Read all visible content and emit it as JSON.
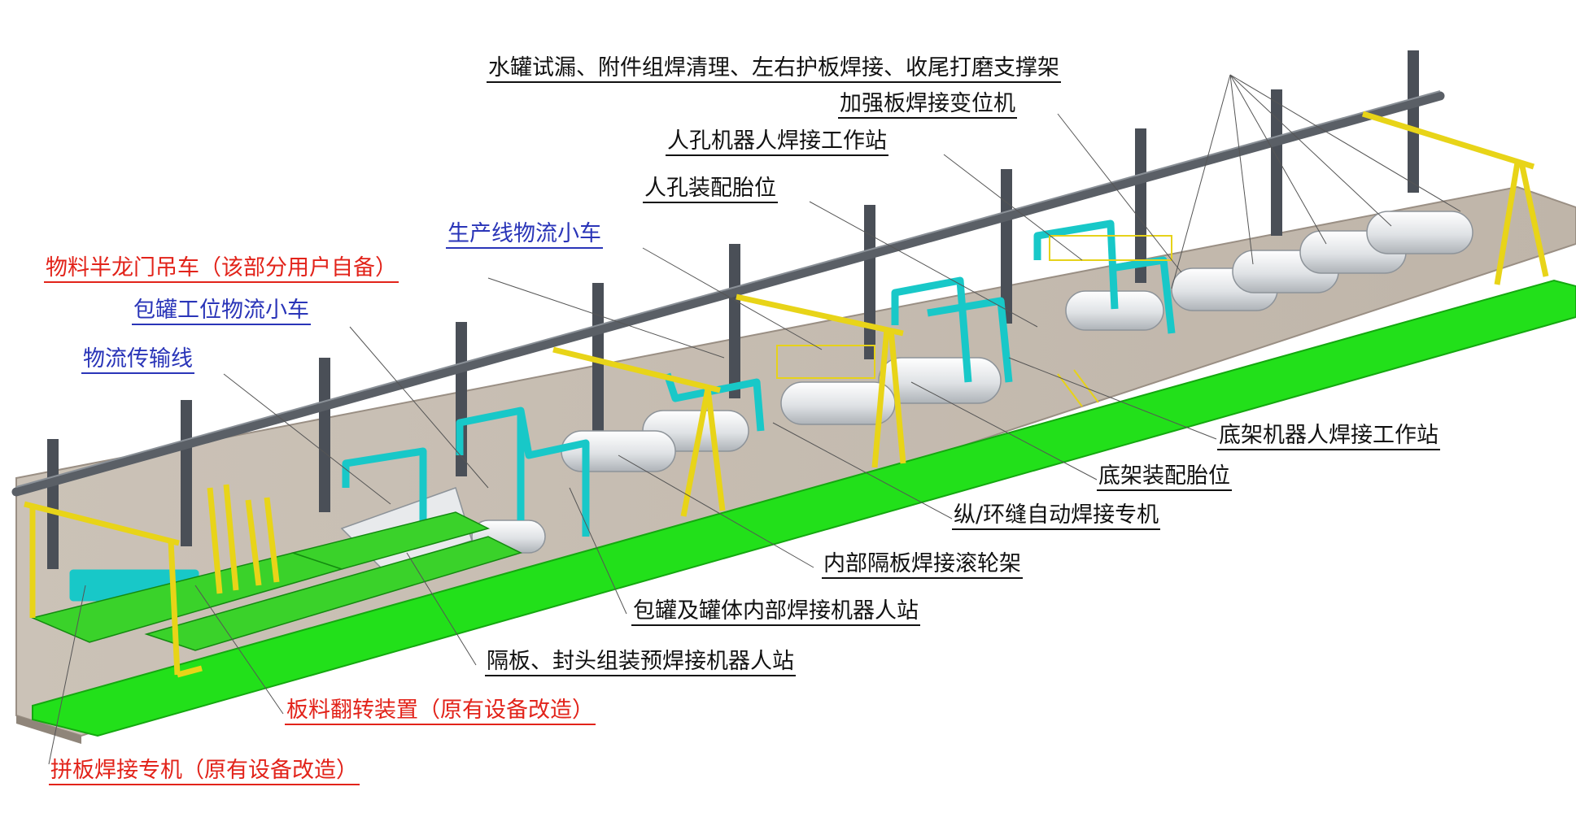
{
  "colors": {
    "floor": "#c8beb2",
    "floor_edge": "#9a8f84",
    "green_strip": "#22e01a",
    "green_dark": "#14a810",
    "column": "#4a4f57",
    "beam": "#5a5f66",
    "gantry_yellow": "#f2e01a",
    "machine_cyan": "#18c8c8",
    "tank": "#e6e8ea",
    "label_black": "#111111",
    "label_red": "#e2231a",
    "label_blue": "#2a35b8"
  },
  "labels": {
    "tank_test_leak": "水罐试漏、附件组焊清理、左右护板焊接、收尾打磨支撑架",
    "reinforce_positioner": "加强板焊接变位机",
    "manhole_robot": "人孔机器人焊接工作站",
    "manhole_fixture": "人孔装配胎位",
    "line_cart": "生产线物流小车",
    "semi_gantry": "物料半龙门吊车（该部分用户自备）",
    "wrap_cart": "包罐工位物流小车",
    "conveyor": "物流传输线",
    "chassis_robot": "底架机器人焊接工作站",
    "chassis_fixture": "底架装配胎位",
    "seam_welder": "纵/环缝自动焊接专机",
    "baffle_roller": "内部隔板焊接滚轮架",
    "wrap_robot": "包罐及罐体内部焊接机器人站",
    "baffle_head_robot": "隔板、封头组装预焊接机器人站",
    "plate_flip": "板料翻转装置（原有设备改造）",
    "plate_welder": "拼板焊接专机（原有设备改造）"
  }
}
